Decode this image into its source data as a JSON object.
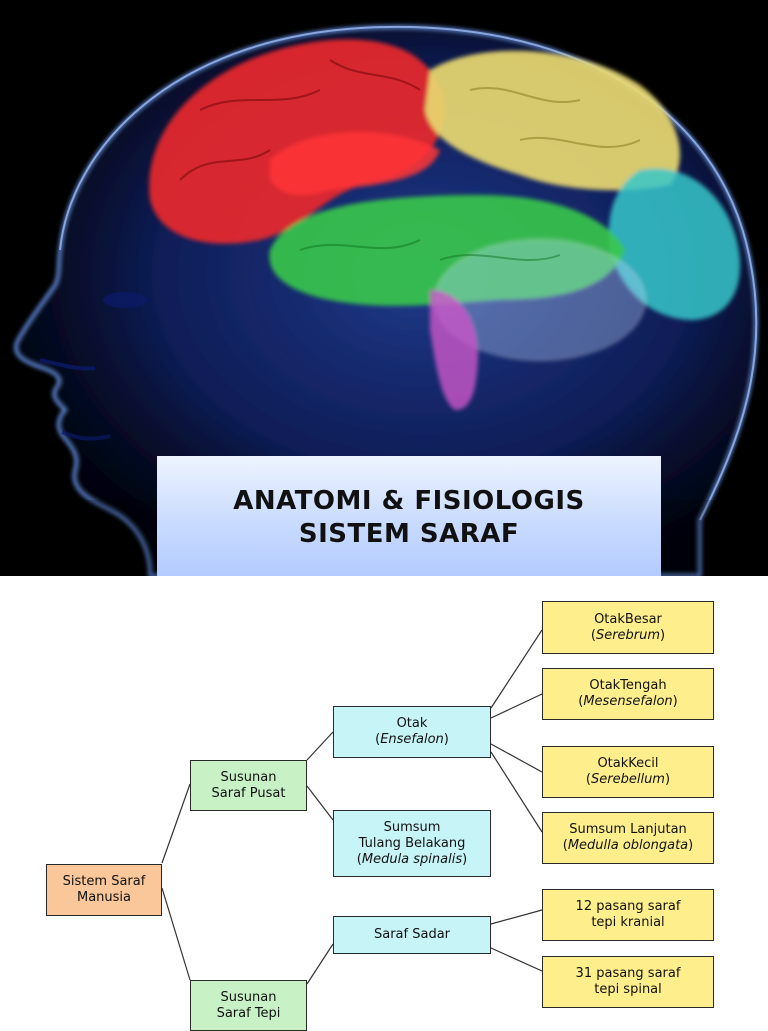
{
  "slide": {
    "title_line1": "ANATOMI & FISIOLOGIS",
    "title_line2": "SISTEM SARAF"
  },
  "diagram": {
    "root": {
      "line1": "Sistem Saraf",
      "line2": "Manusia"
    },
    "pusat": {
      "line1": "Susunan",
      "line2": "Saraf Pusat"
    },
    "tepi": {
      "line1": "Susunan",
      "line2": "Saraf Tepi"
    },
    "otak": {
      "line1": "Otak",
      "line2": "Ensefalon"
    },
    "sumsum": {
      "line1": "Sumsum",
      "line2": "Tulang Belakang",
      "line3": "Medula spinalis"
    },
    "saraf_sadar": {
      "line1": "Saraf Sadar"
    },
    "otak_besar": {
      "line1": "OtakBesar",
      "line2": "Serebrum"
    },
    "otak_tengah": {
      "line1": "OtakTengah",
      "line2": "Mesensefalon"
    },
    "otak_kecil": {
      "line1": "OtakKecil",
      "line2": "Serebellum"
    },
    "sumsum_lanjutan": {
      "line1": "Sumsum Lanjutan",
      "line2": "Medulla oblongata"
    },
    "kranial": {
      "line1": "12 pasang saraf",
      "line2": "tepi kranial"
    },
    "spinal": {
      "line1": "31 pasang saraf",
      "line2": "tepi spinal"
    }
  },
  "colors": {
    "root": "#f9c79a",
    "level1": "#c8f2c6",
    "level2": "#c7f4f6",
    "leaf": "#ffef8c"
  }
}
